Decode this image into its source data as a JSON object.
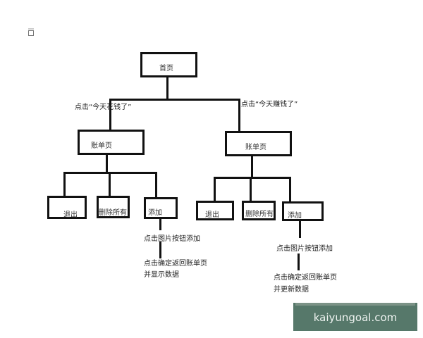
{
  "diagram": {
    "root": {
      "label": "首页"
    },
    "edges": {
      "left_label": "点击“今天花钱了”",
      "right_label": "点击“今天赚钱了”"
    },
    "left_branch": {
      "page": {
        "label": "账单页"
      },
      "children": [
        {
          "label": "退出"
        },
        {
          "label": "删除所有"
        },
        {
          "label": "添加"
        }
      ],
      "steps": [
        "点击图片按钮添加",
        "点击确定返回账单页",
        "并显示数据"
      ]
    },
    "right_branch": {
      "page": {
        "label": "账单页"
      },
      "children": [
        {
          "label": "退出"
        },
        {
          "label": "删除所有"
        },
        {
          "label": "添加"
        }
      ],
      "steps": [
        "点击图片按钮添加",
        "点击确定返回账单页",
        "并更新数据"
      ]
    }
  },
  "watermark": {
    "text": "kaiyungoal.com",
    "color": "#56786a"
  }
}
